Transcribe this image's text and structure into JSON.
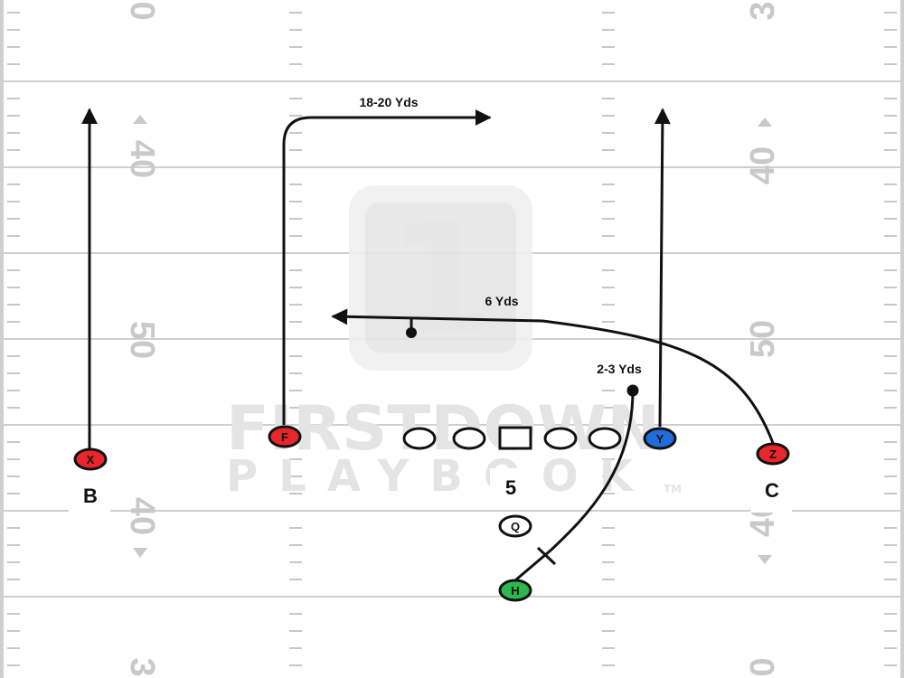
{
  "field": {
    "yard_numbers": {
      "left_top": "0",
      "left_upper": "40",
      "left_middle": "50",
      "left_lower": "40",
      "left_bottom": "3",
      "right_top": "3",
      "right_upper": "40",
      "right_middle": "50",
      "right_lower": "40",
      "right_bottom": "0"
    }
  },
  "watermark": {
    "logo_numeral": "1",
    "line1": "FIRSTDOWN",
    "line2": "PLAYBOOK",
    "tm": "TM"
  },
  "players": [
    {
      "id": "x",
      "label": "X",
      "color": "#e8262b"
    },
    {
      "id": "f",
      "label": "F",
      "color": "#e8262b"
    },
    {
      "id": "y",
      "label": "Y",
      "color": "#1f6ddb"
    },
    {
      "id": "z",
      "label": "Z",
      "color": "#e8262b"
    },
    {
      "id": "q",
      "label": "Q",
      "color": "#ffffff"
    },
    {
      "id": "h",
      "label": "H",
      "color": "#2db84d"
    }
  ],
  "assignments": {
    "x": "B",
    "z": "C",
    "center": "5"
  },
  "routes": {
    "f": "18-20 Yds",
    "z": "6 Yds",
    "h": "2-3 Yds"
  }
}
